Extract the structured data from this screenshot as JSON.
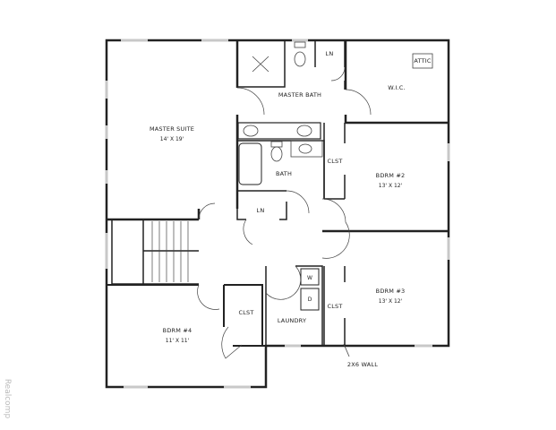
{
  "rooms": {
    "master_suite": {
      "name": "MASTER SUITE",
      "size": "14' X 19'"
    },
    "master_bath": {
      "name": "MASTER BATH"
    },
    "linen_top": {
      "name": "LN"
    },
    "wic": {
      "name": "W.I.C."
    },
    "attic": {
      "name": "ATTIC"
    },
    "bath": {
      "name": "BATH"
    },
    "closet_bdrm2": {
      "name": "CLST"
    },
    "bdrm2": {
      "name": "BDRM #2",
      "size": "13' X 12'"
    },
    "linen_hall": {
      "name": "LN"
    },
    "bdrm3": {
      "name": "BDRM #3",
      "size": "13' X 12'"
    },
    "closet_bdrm3": {
      "name": "CLST"
    },
    "laundry": {
      "name": "LAUNDRY"
    },
    "washer": {
      "name": "W"
    },
    "dryer": {
      "name": "D"
    },
    "closet_bdrm4": {
      "name": "CLST"
    },
    "bdrm4": {
      "name": "BDRM #4",
      "size": "11' X 11'"
    }
  },
  "annotations": {
    "wall_note": "2X6 WALL"
  },
  "watermark": "Realcomp",
  "colors": {
    "wall": "#222222",
    "window": "#c8c8c8"
  }
}
